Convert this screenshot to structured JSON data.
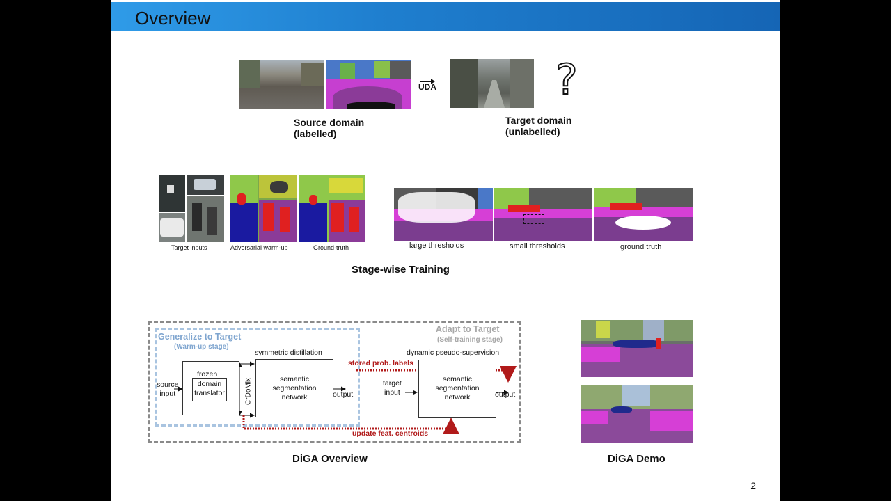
{
  "slide": {
    "title": "Overview",
    "page_number": "2"
  },
  "section1": {
    "uda_label": "UDA",
    "source_caption": [
      "Source domain",
      "(labelled)"
    ],
    "target_caption": [
      "Target domain",
      "(unlabelled)"
    ],
    "question_mark": "?"
  },
  "section2": {
    "left_captions": [
      "Target inputs",
      "Adversarial warm-up",
      "Ground-truth"
    ],
    "right_captions": [
      "large thresholds",
      "small thresholds",
      "ground truth"
    ],
    "heading": "Stage-wise Training"
  },
  "diagram": {
    "generalize_title": "Generalize to Target",
    "generalize_sub": "(Warm-up stage)",
    "adapt_title": "Adapt to Target",
    "adapt_sub": "(Self-training stage)",
    "symmetric_distillation": "symmetric distillation",
    "dynamic_pseudo": "dynamic pseudo-supervision",
    "stored_labels": "stored prob. labels",
    "update_centroids": "update feat. centroids",
    "source_input": [
      "source",
      "input"
    ],
    "frozen": "frozen",
    "translator": [
      "domain",
      "translator"
    ],
    "crdomix": "CrDoMix",
    "seg_net_1": [
      "semantic",
      "segmentation",
      "network"
    ],
    "output_1": "output",
    "target_input": [
      "target",
      "input"
    ],
    "seg_net_2": [
      "semantic",
      "segmentation",
      "network"
    ],
    "output_2": "output",
    "caption": "DiGA Overview"
  },
  "demo": {
    "caption": "DiGA Demo"
  },
  "colors": {
    "title_bar": "#1f7fcf",
    "dashed_blue": "#a9c4e0",
    "dashed_gray": "#8a8a8a",
    "red_annotation": "#b11a1a",
    "seg_magenta": "#d63fd6",
    "seg_purple": "#7b3d8f"
  }
}
